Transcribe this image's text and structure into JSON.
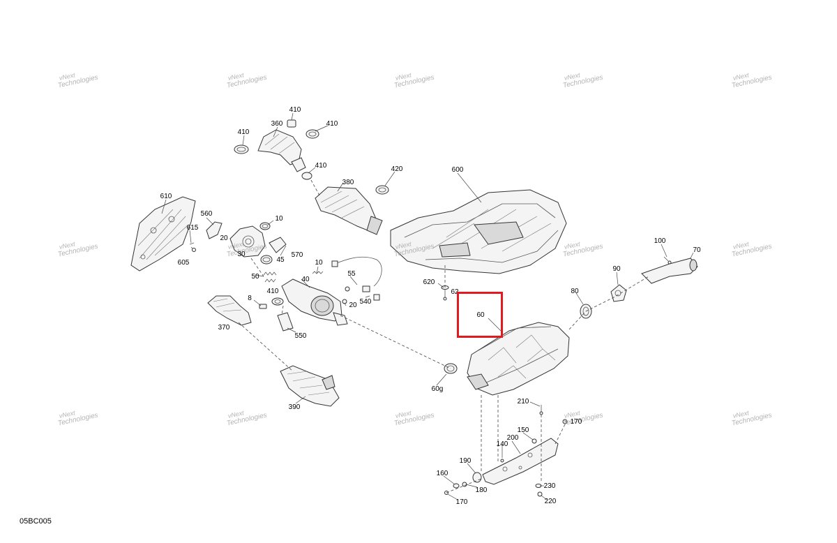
{
  "diagram_code": "05BC005",
  "watermark": {
    "line1": "vNext",
    "line2": "Technologies"
  },
  "callouts": {
    "c410a": "410",
    "c360": "360",
    "c410b": "410",
    "c410c": "410",
    "c410d": "410",
    "c420": "420",
    "c380": "380",
    "c600": "600",
    "c610": "610",
    "c560": "560",
    "c10a": "10",
    "c615": "615",
    "c20a": "20",
    "c30": "30",
    "c570": "570",
    "c605": "605",
    "c45": "45",
    "c10b": "10",
    "c55": "55",
    "c50": "50",
    "c40": "40",
    "c410e": "410",
    "c540": "540",
    "c20b": "20",
    "c8": "8",
    "c370": "370",
    "c550": "550",
    "c390": "390",
    "c620": "620",
    "c62x": "62",
    "c60": "60",
    "c60g": "60g",
    "c100": "100",
    "c70": "70",
    "c90": "90",
    "c80": "80",
    "c210": "210",
    "c170a": "170",
    "c150": "150",
    "c200": "200",
    "c140": "140",
    "c190": "190",
    "c160": "160",
    "c180": "180",
    "c170b": "170",
    "c230": "230",
    "c220": "220"
  },
  "highlight": {
    "part": "60",
    "color": "#e2191f"
  }
}
